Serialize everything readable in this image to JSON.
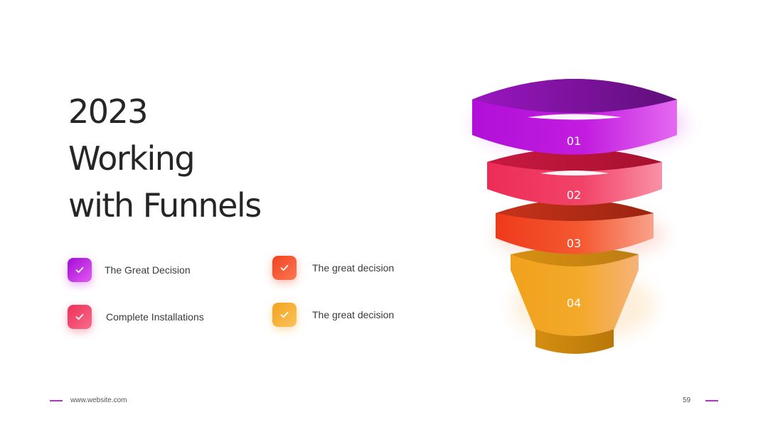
{
  "slide": {
    "title_lines": [
      "2023",
      "Working",
      "with Funnels"
    ],
    "website": "www.website.com",
    "page_number": "59"
  },
  "features": [
    {
      "label": "The  Great Decision",
      "color": "#c41fe0",
      "icon": "check-icon"
    },
    {
      "label": "Complete Installations",
      "color": "#f2395f",
      "icon": "check-icon"
    },
    {
      "label": "The great decision",
      "color": "#f4502a",
      "icon": "check-icon"
    },
    {
      "label": "The great decision",
      "color": "#f5a623",
      "icon": "check-icon"
    }
  ],
  "funnel": {
    "levels": [
      {
        "label": "01",
        "colors": [
          "#b10fd8",
          "#e060f0"
        ]
      },
      {
        "label": "02",
        "colors": [
          "#ee2f5a",
          "#f98aa0"
        ]
      },
      {
        "label": "03",
        "colors": [
          "#f03d1c",
          "#f9a088"
        ]
      },
      {
        "label": "04",
        "colors": [
          "#f3a31e",
          "#f6b06c"
        ]
      }
    ]
  }
}
